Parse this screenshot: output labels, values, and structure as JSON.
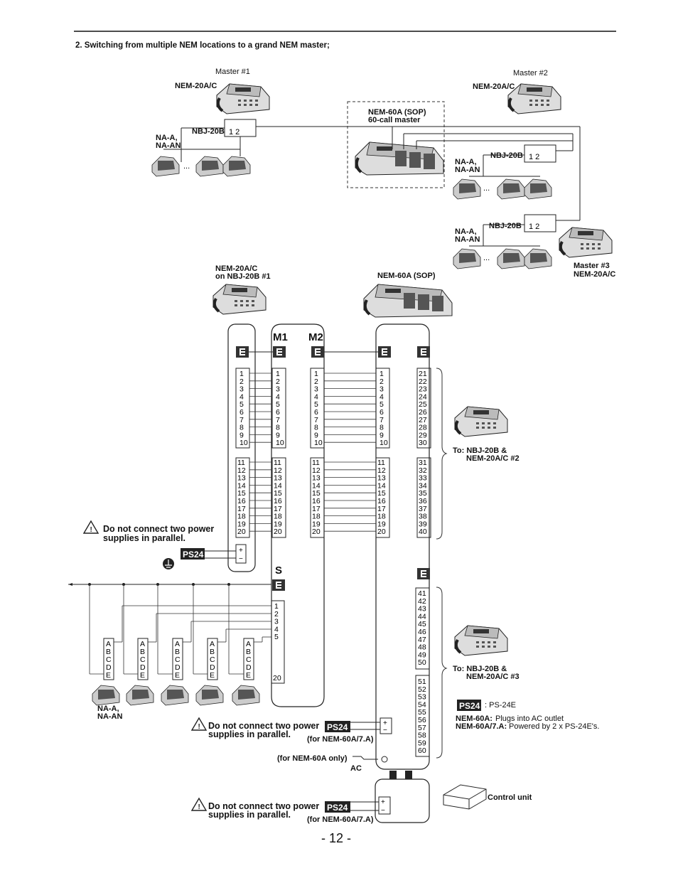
{
  "heading": "2. Switching from multiple NEM locations to a grand NEM master;",
  "masters": {
    "m1_title": "Master #1",
    "m1_model": "NEM-20A/C",
    "m2_title": "Master #2",
    "m2_model": "NEM-20A/C",
    "m3_title": "Master #3",
    "m3_model": "NEM-20A/C",
    "sop_title": "NEM-60A (SOP)",
    "sop_sub": "60-call master",
    "nbj": "NBJ-20B",
    "na": "NA-A,",
    "naan": "NA-AN",
    "ellipsis": "...",
    "switch_12": "1   2"
  },
  "center": {
    "nem_on_nbj_1": "NEM-20A/C",
    "nem_on_nbj_2": "on NBJ-20B #1",
    "nem60": "NEM-60A (SOP)",
    "m1": "M1",
    "m2": "M2",
    "s": "S",
    "e": "E",
    "plus": "+",
    "minus": "−"
  },
  "terminals": {
    "rows_1_10": [
      "1",
      "2",
      "3",
      "4",
      "5",
      "6",
      "7",
      "8",
      "9",
      "10"
    ],
    "rows_11_20": [
      "11",
      "12",
      "13",
      "14",
      "15",
      "16",
      "17",
      "18",
      "19",
      "20"
    ],
    "rows_21_30": [
      "21",
      "22",
      "23",
      "24",
      "25",
      "26",
      "27",
      "28",
      "29",
      "30"
    ],
    "rows_31_40": [
      "31",
      "32",
      "33",
      "34",
      "35",
      "36",
      "37",
      "38",
      "39",
      "40"
    ],
    "rows_41_50": [
      "41",
      "42",
      "43",
      "44",
      "45",
      "46",
      "47",
      "48",
      "49",
      "50"
    ],
    "rows_51_60": [
      "51",
      "52",
      "53",
      "54",
      "55",
      "56",
      "57",
      "58",
      "59",
      "60"
    ],
    "s_rows": [
      "1",
      "2",
      "3",
      "4",
      "5"
    ],
    "s_last": "20",
    "abcde": [
      "A",
      "B",
      "C",
      "D",
      "E"
    ]
  },
  "notes": {
    "warn1": "Do not connect two power supplies in parallel.",
    "warn2_a": "Do not connect two power",
    "warn2_b": "supplies in parallel.",
    "warn3_a": "Do not connect two power",
    "warn3_b": "supplies in parallel.",
    "ps24": "PS24",
    "for_60a7a": "(for NEM-60A/7.A)",
    "for_60a_only": "(for NEM-60A only)",
    "ac": "AC",
    "to2_a": "To: NBJ-20B &",
    "to2_b": "NEM-20A/C #2",
    "to3_a": "To: NBJ-20B &",
    "to3_b": "NEM-20A/C #3",
    "ps24e": ": PS-24E",
    "nem60a_key": "NEM-60A:",
    "nem60a_val": "Plugs into AC outlet",
    "nem60a7a_key": "NEM-60A/7.A:",
    "nem60a7a_val": "Powered by 2 x PS-24E's.",
    "control_unit": "Control unit",
    "na_bottom_1": "NA-A,",
    "na_bottom_2": "NA-AN"
  },
  "page_number": "- 12 -"
}
